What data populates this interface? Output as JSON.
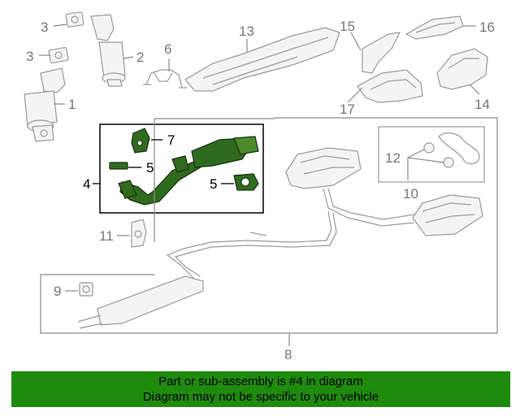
{
  "callouts": {
    "c1": "1",
    "c2": "2",
    "c3a": "3",
    "c3b": "3",
    "c4": "4",
    "c5a": "5",
    "c5b": "5",
    "c6": "6",
    "c7": "7",
    "c8": "8",
    "c9": "9",
    "c10": "10",
    "c11": "11",
    "c12": "12",
    "c13": "13",
    "c14": "14",
    "c15": "15",
    "c16": "16",
    "c17": "17"
  },
  "highlight_part": "4",
  "colors": {
    "banner": "#1f8a0e",
    "highlight": "#2f6b1e"
  },
  "banner": {
    "line1": "Part or sub-assembly is #4 in diagram",
    "line2": "Diagram may not be specific to your vehicle"
  }
}
